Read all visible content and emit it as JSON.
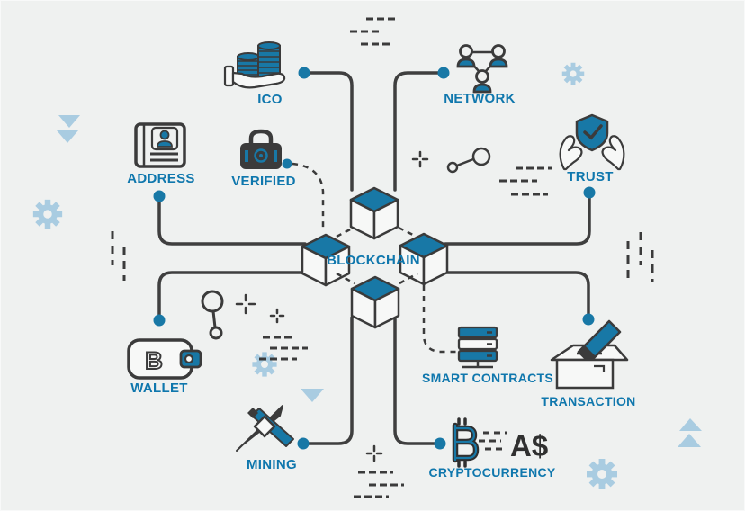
{
  "diagram": {
    "center_label": "BLOCKCHAIN",
    "nodes": [
      {
        "label": "ICO",
        "icon": "coins-in-hand-icon"
      },
      {
        "label": "NETWORK",
        "icon": "people-network-icon"
      },
      {
        "label": "ADDRESS",
        "icon": "contact-book-icon"
      },
      {
        "label": "VERIFIED",
        "icon": "padlock-icon"
      },
      {
        "label": "TRUST",
        "icon": "hands-holding-shield-icon"
      },
      {
        "label": "WALLET",
        "icon": "bitcoin-wallet-icon"
      },
      {
        "label": "SMART CONTRACTS",
        "icon": "server-stack-icon"
      },
      {
        "label": "TRANSACTION",
        "icon": "ballot-box-card-icon"
      },
      {
        "label": "MINING",
        "icon": "pickaxe-icon"
      },
      {
        "label": "CRYPTOCURRENCY",
        "icon": "bitcoin-to-dollar-icon"
      }
    ],
    "colors": {
      "background": "#eff1f0",
      "accent_blue": "#1878a6",
      "label_blue": "#0f77ad",
      "outline_dark": "#3b3b3b",
      "decoration_light_blue": "#a9cce1"
    }
  }
}
